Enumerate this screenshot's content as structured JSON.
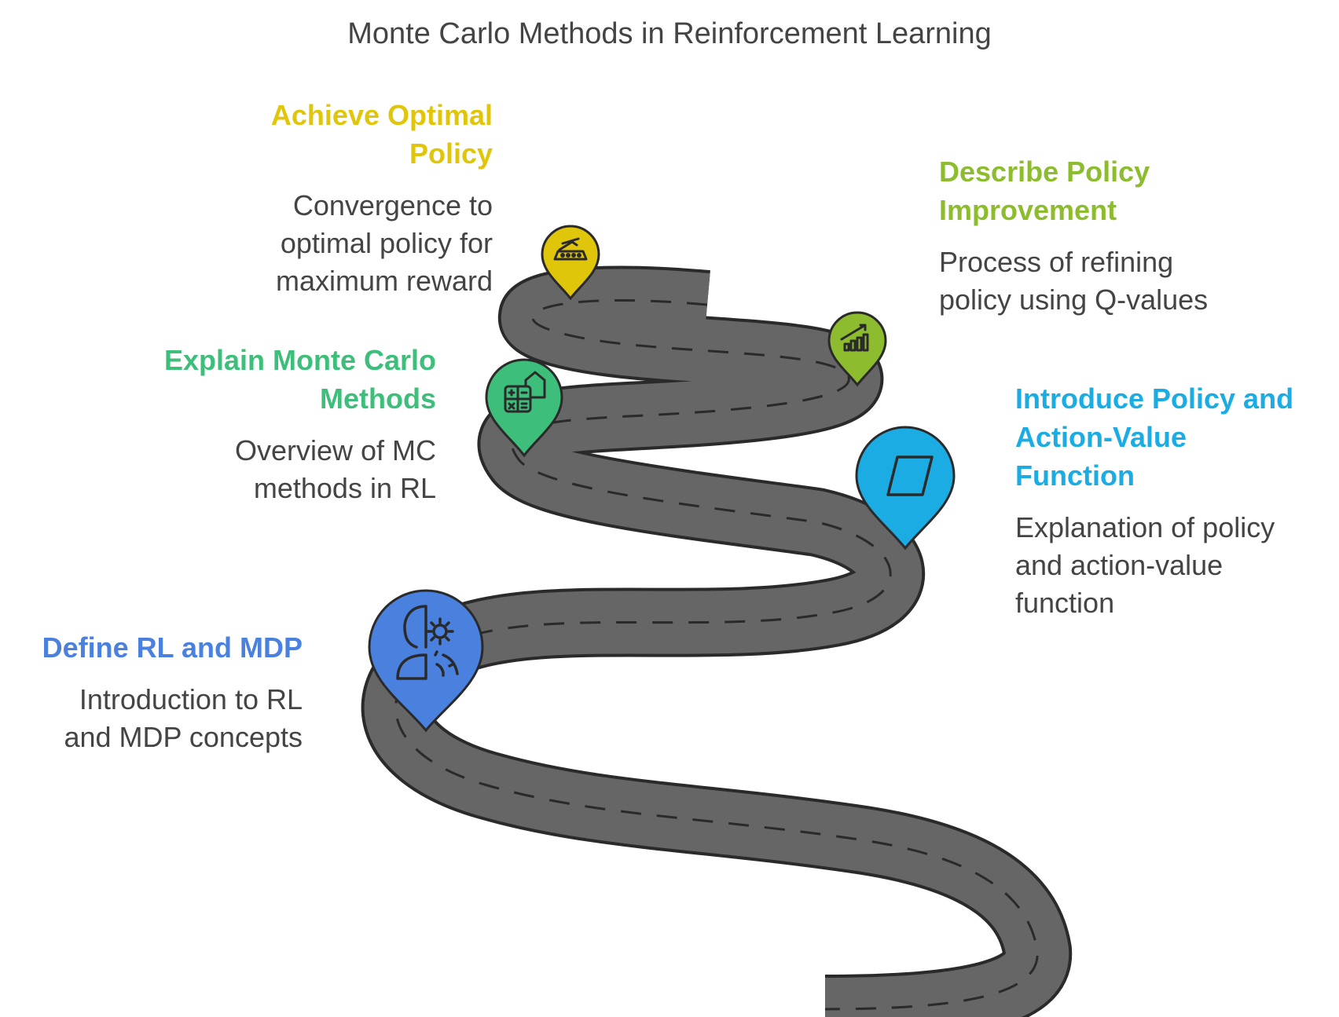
{
  "title": "Monte Carlo Methods in Reinforcement Learning",
  "colors": {
    "road": "#666666",
    "road_outline": "#2a2a2a",
    "dash": "#2a2a2a",
    "desc_text": "#444444"
  },
  "milestones": [
    {
      "id": "achieve",
      "heading_lines": [
        "Achieve Optimal",
        "Policy"
      ],
      "desc_lines": [
        "Convergence to",
        "optimal policy for",
        "maximum reward"
      ],
      "color": "#E0C60B",
      "icon": "conveyor-machine-icon"
    },
    {
      "id": "describe",
      "heading_lines": [
        "Describe Policy",
        "Improvement"
      ],
      "desc_lines": [
        "Process of refining",
        "policy using Q-values"
      ],
      "color": "#8DBD2F",
      "icon": "growth-bar-chart-icon"
    },
    {
      "id": "explain",
      "heading_lines": [
        "Explain Monte Carlo",
        "Methods"
      ],
      "desc_lines": [
        "Overview of MC",
        "methods in RL"
      ],
      "color": "#3DBE7A",
      "icon": "calculator-house-icon"
    },
    {
      "id": "introduce",
      "heading_lines": [
        "Introduce Policy and",
        "Action-Value",
        "Function"
      ],
      "desc_lines": [
        "Explanation of policy",
        "and action-value",
        "function"
      ],
      "color": "#1AACE2",
      "icon": "parallelogram-icon"
    },
    {
      "id": "define",
      "heading_lines": [
        "Define RL and MDP"
      ],
      "desc_lines": [
        "Introduction to RL",
        "and MDP concepts"
      ],
      "color": "#4A81DF",
      "icon": "head-gear-icon"
    }
  ]
}
